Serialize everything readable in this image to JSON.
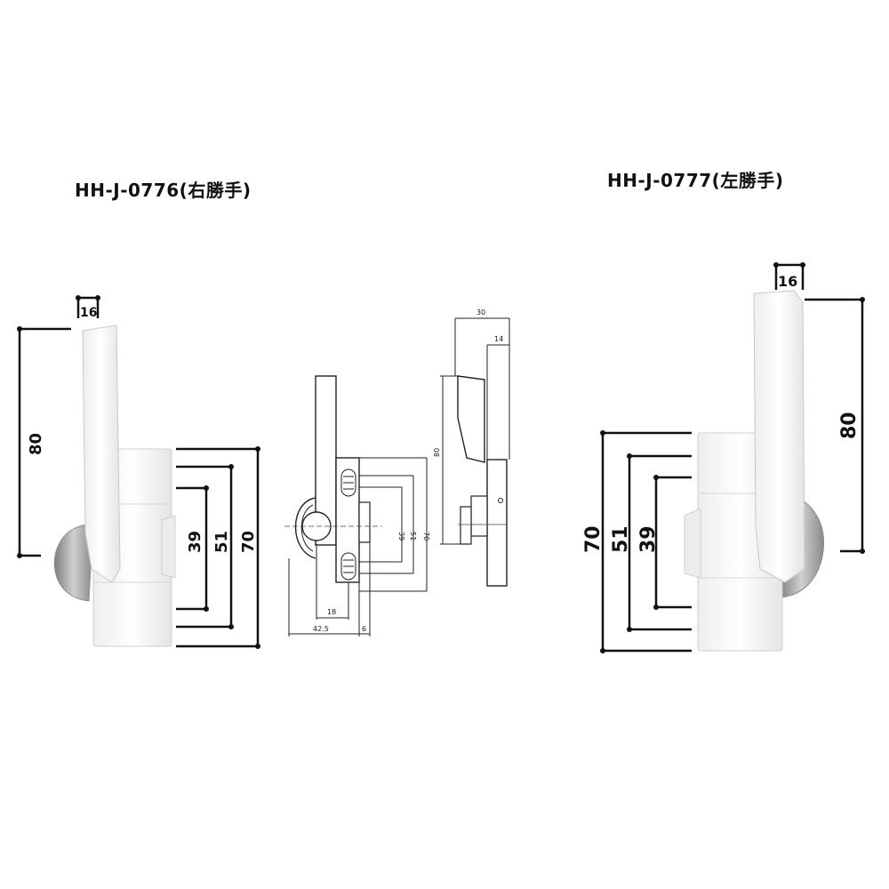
{
  "titles": {
    "left": "HH-J-0776(右勝手)",
    "right": "HH-J-0777(左勝手)"
  },
  "left_handle": {
    "width": "16",
    "height": "80",
    "pitch_outer": "70",
    "pitch_mid": "51",
    "pitch_inner": "39"
  },
  "drawing_front": {
    "pitch_inner": "39",
    "pitch_mid": "51",
    "pitch_outer": "70",
    "offset": "18",
    "width": "42.5",
    "edge": "6"
  },
  "drawing_side": {
    "depth": "30",
    "plate": "14",
    "height": "80"
  },
  "right_handle": {
    "width": "16",
    "height": "80",
    "pitch_outer": "70",
    "pitch_mid": "51",
    "pitch_inner": "39"
  },
  "colors": {
    "ink": "#111111",
    "handle_body": "#f7f7f7",
    "handle_shadow": "#c9c9c9",
    "knob": "#9a9a9a"
  }
}
